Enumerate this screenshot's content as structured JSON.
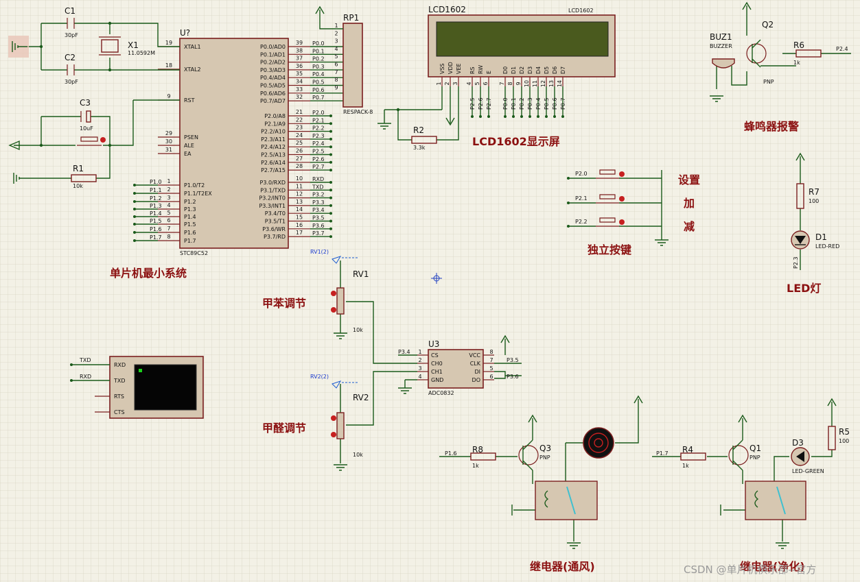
{
  "mcu": {
    "ref": "U?",
    "part": "STC89C52",
    "left_pins": [
      {
        "num": "19",
        "name": "XTAL1"
      },
      {
        "num": "18",
        "name": "XTAL2"
      },
      {
        "num": "9",
        "name": "RST"
      },
      {
        "num": "29",
        "name": "PSEN"
      },
      {
        "num": "30",
        "name": "ALE"
      },
      {
        "num": "31",
        "name": "EA"
      },
      {
        "num": "1",
        "name": "P1.0/T2"
      },
      {
        "num": "2",
        "name": "P1.1/T2EX"
      },
      {
        "num": "3",
        "name": "P1.2"
      },
      {
        "num": "4",
        "name": "P1.3"
      },
      {
        "num": "5",
        "name": "P1.4"
      },
      {
        "num": "6",
        "name": "P1.5"
      },
      {
        "num": "7",
        "name": "P1.6"
      },
      {
        "num": "8",
        "name": "P1.7"
      }
    ],
    "right_pins": [
      {
        "num": "39",
        "name": "P0.0/AD0"
      },
      {
        "num": "38",
        "name": "P0.1/AD1"
      },
      {
        "num": "37",
        "name": "P0.2/AD2"
      },
      {
        "num": "36",
        "name": "P0.3/AD3"
      },
      {
        "num": "35",
        "name": "P0.4/AD4"
      },
      {
        "num": "34",
        "name": "P0.5/AD5"
      },
      {
        "num": "33",
        "name": "P0.6/AD6"
      },
      {
        "num": "32",
        "name": "P0.7/AD7"
      },
      {
        "num": "21",
        "name": "P2.0/A8"
      },
      {
        "num": "22",
        "name": "P2.1/A9"
      },
      {
        "num": "23",
        "name": "P2.2/A10"
      },
      {
        "num": "24",
        "name": "P2.3/A11"
      },
      {
        "num": "25",
        "name": "P2.4/A12"
      },
      {
        "num": "26",
        "name": "P2.5/A13"
      },
      {
        "num": "27",
        "name": "P2.6/A14"
      },
      {
        "num": "28",
        "name": "P2.7/A15"
      },
      {
        "num": "10",
        "name": "P3.0/RXD"
      },
      {
        "num": "11",
        "name": "P3.1/TXD"
      },
      {
        "num": "12",
        "name": "P3.2/INT0"
      },
      {
        "num": "13",
        "name": "P3.3/INT1"
      },
      {
        "num": "14",
        "name": "P3.4/T0"
      },
      {
        "num": "15",
        "name": "P3.5/T1"
      },
      {
        "num": "16",
        "name": "P3.6/WR"
      },
      {
        "num": "17",
        "name": "P3.7/RD"
      }
    ],
    "p0_nets": [
      "P0.0",
      "P0.1",
      "P0.2",
      "P0.3",
      "P0.4",
      "P0.5",
      "P0.6",
      "P0.7"
    ],
    "p2_nets": [
      "P2.0",
      "P2.1",
      "P2.2",
      "P2.3",
      "P2.4",
      "P2.5",
      "P2.6",
      "P2.7"
    ],
    "p3_nets": [
      "RXD",
      "TXD",
      "P3.2",
      "P3.3",
      "P3.4",
      "P3.5",
      "P3.6",
      "P3.7"
    ],
    "p1_nets": [
      "P1.0",
      "P1.1",
      "P1.2",
      "P1.3",
      "P1.4",
      "P1.5",
      "P1.6",
      "P1.7"
    ]
  },
  "parts": {
    "c1": {
      "ref": "C1",
      "value": "30pF"
    },
    "c2": {
      "ref": "C2",
      "value": "30pF"
    },
    "x1": {
      "ref": "X1",
      "value": "11.0592M"
    },
    "c3": {
      "ref": "C3",
      "value": "10uF"
    },
    "r1": {
      "ref": "R1",
      "value": "10k"
    },
    "rp1": {
      "ref": "RP1",
      "value": "RESPACK-8"
    },
    "r2": {
      "ref": "R2",
      "value": "3.3k"
    },
    "lcd": {
      "ref": "LCD1602",
      "part": "LCD1602",
      "pins": [
        "VSS",
        "VDD",
        "VEE",
        "RS",
        "RW",
        "E",
        "D0",
        "D1",
        "D2",
        "D3",
        "D4",
        "D5",
        "D6",
        "D7"
      ],
      "pin_nums": [
        "1",
        "2",
        "3",
        "4",
        "5",
        "6",
        "7",
        "8",
        "9",
        "10",
        "11",
        "12",
        "13",
        "14"
      ],
      "nets": [
        "P2.5",
        "P2.6",
        "P2.7",
        "P0.0",
        "P0.1",
        "P0.2",
        "P0.3",
        "P0.4",
        "P0.5",
        "P0.6",
        "P0.7"
      ]
    },
    "buz1": {
      "ref": "BUZ1",
      "part": "BUZZER"
    },
    "q2": {
      "ref": "Q2",
      "type": "PNP"
    },
    "r6": {
      "ref": "R6",
      "value": "1k",
      "net": "P2.4"
    },
    "keys_nets": [
      "P2.0",
      "P2.1",
      "P2.2"
    ],
    "r7": {
      "ref": "R7",
      "value": "100"
    },
    "d1": {
      "ref": "D1",
      "part": "LED-RED",
      "net": "P2.3"
    },
    "rv1": {
      "ref": "RV1",
      "probe": "RV1(2)",
      "value": "10k"
    },
    "rv2": {
      "ref": "RV2",
      "probe": "RV2(2)",
      "value": "10k"
    },
    "u3": {
      "ref": "U3",
      "part": "ADC0832",
      "left": [
        {
          "n": "1",
          "p": "CS"
        },
        {
          "n": "2",
          "p": "CH0"
        },
        {
          "n": "3",
          "p": "CH1"
        },
        {
          "n": "4",
          "p": "GND"
        }
      ],
      "right": [
        {
          "n": "8",
          "p": "VCC"
        },
        {
          "n": "7",
          "p": "CLK"
        },
        {
          "n": "5",
          "p": "DI"
        },
        {
          "n": "6",
          "p": "DO"
        }
      ],
      "nets": [
        "P3.4",
        "P3.5",
        "P3.6"
      ]
    },
    "term": {
      "pins": [
        "RXD",
        "TXD",
        "RTS",
        "CTS"
      ],
      "nets": [
        "TXD",
        "RXD"
      ]
    },
    "q3": {
      "ref": "Q3",
      "type": "PNP"
    },
    "r8": {
      "ref": "R8",
      "value": "1k",
      "net": "P1.6"
    },
    "q1": {
      "ref": "Q1",
      "type": "PNP"
    },
    "r4": {
      "ref": "R4",
      "value": "1k",
      "net": "P1.7"
    },
    "d3": {
      "ref": "D3",
      "part": "LED-GREEN"
    },
    "r5": {
      "ref": "R5",
      "value": "100"
    }
  },
  "labels": {
    "mcu": "单片机最小系统",
    "lcd": "LCD1602显示屏",
    "buzzer": "蜂鸣器报警",
    "set": "设置",
    "add": "加",
    "sub": "减",
    "keys": "独立按键",
    "led": "LED灯",
    "benzene": "甲苯调节",
    "formaldehyde": "甲醛调节",
    "relay_vent": "继电器(通风)",
    "relay_purify": "继电器(净化)"
  },
  "watermark": "CSDN @单片机俱乐部--官方",
  "colors": {
    "grid": "#d9d5c3",
    "wire": "#1a5a1a",
    "body": "#d6c7b1",
    "outline": "#7a1e1e",
    "label": "#8b1010",
    "lcd_screen": "#4a5a1e"
  }
}
